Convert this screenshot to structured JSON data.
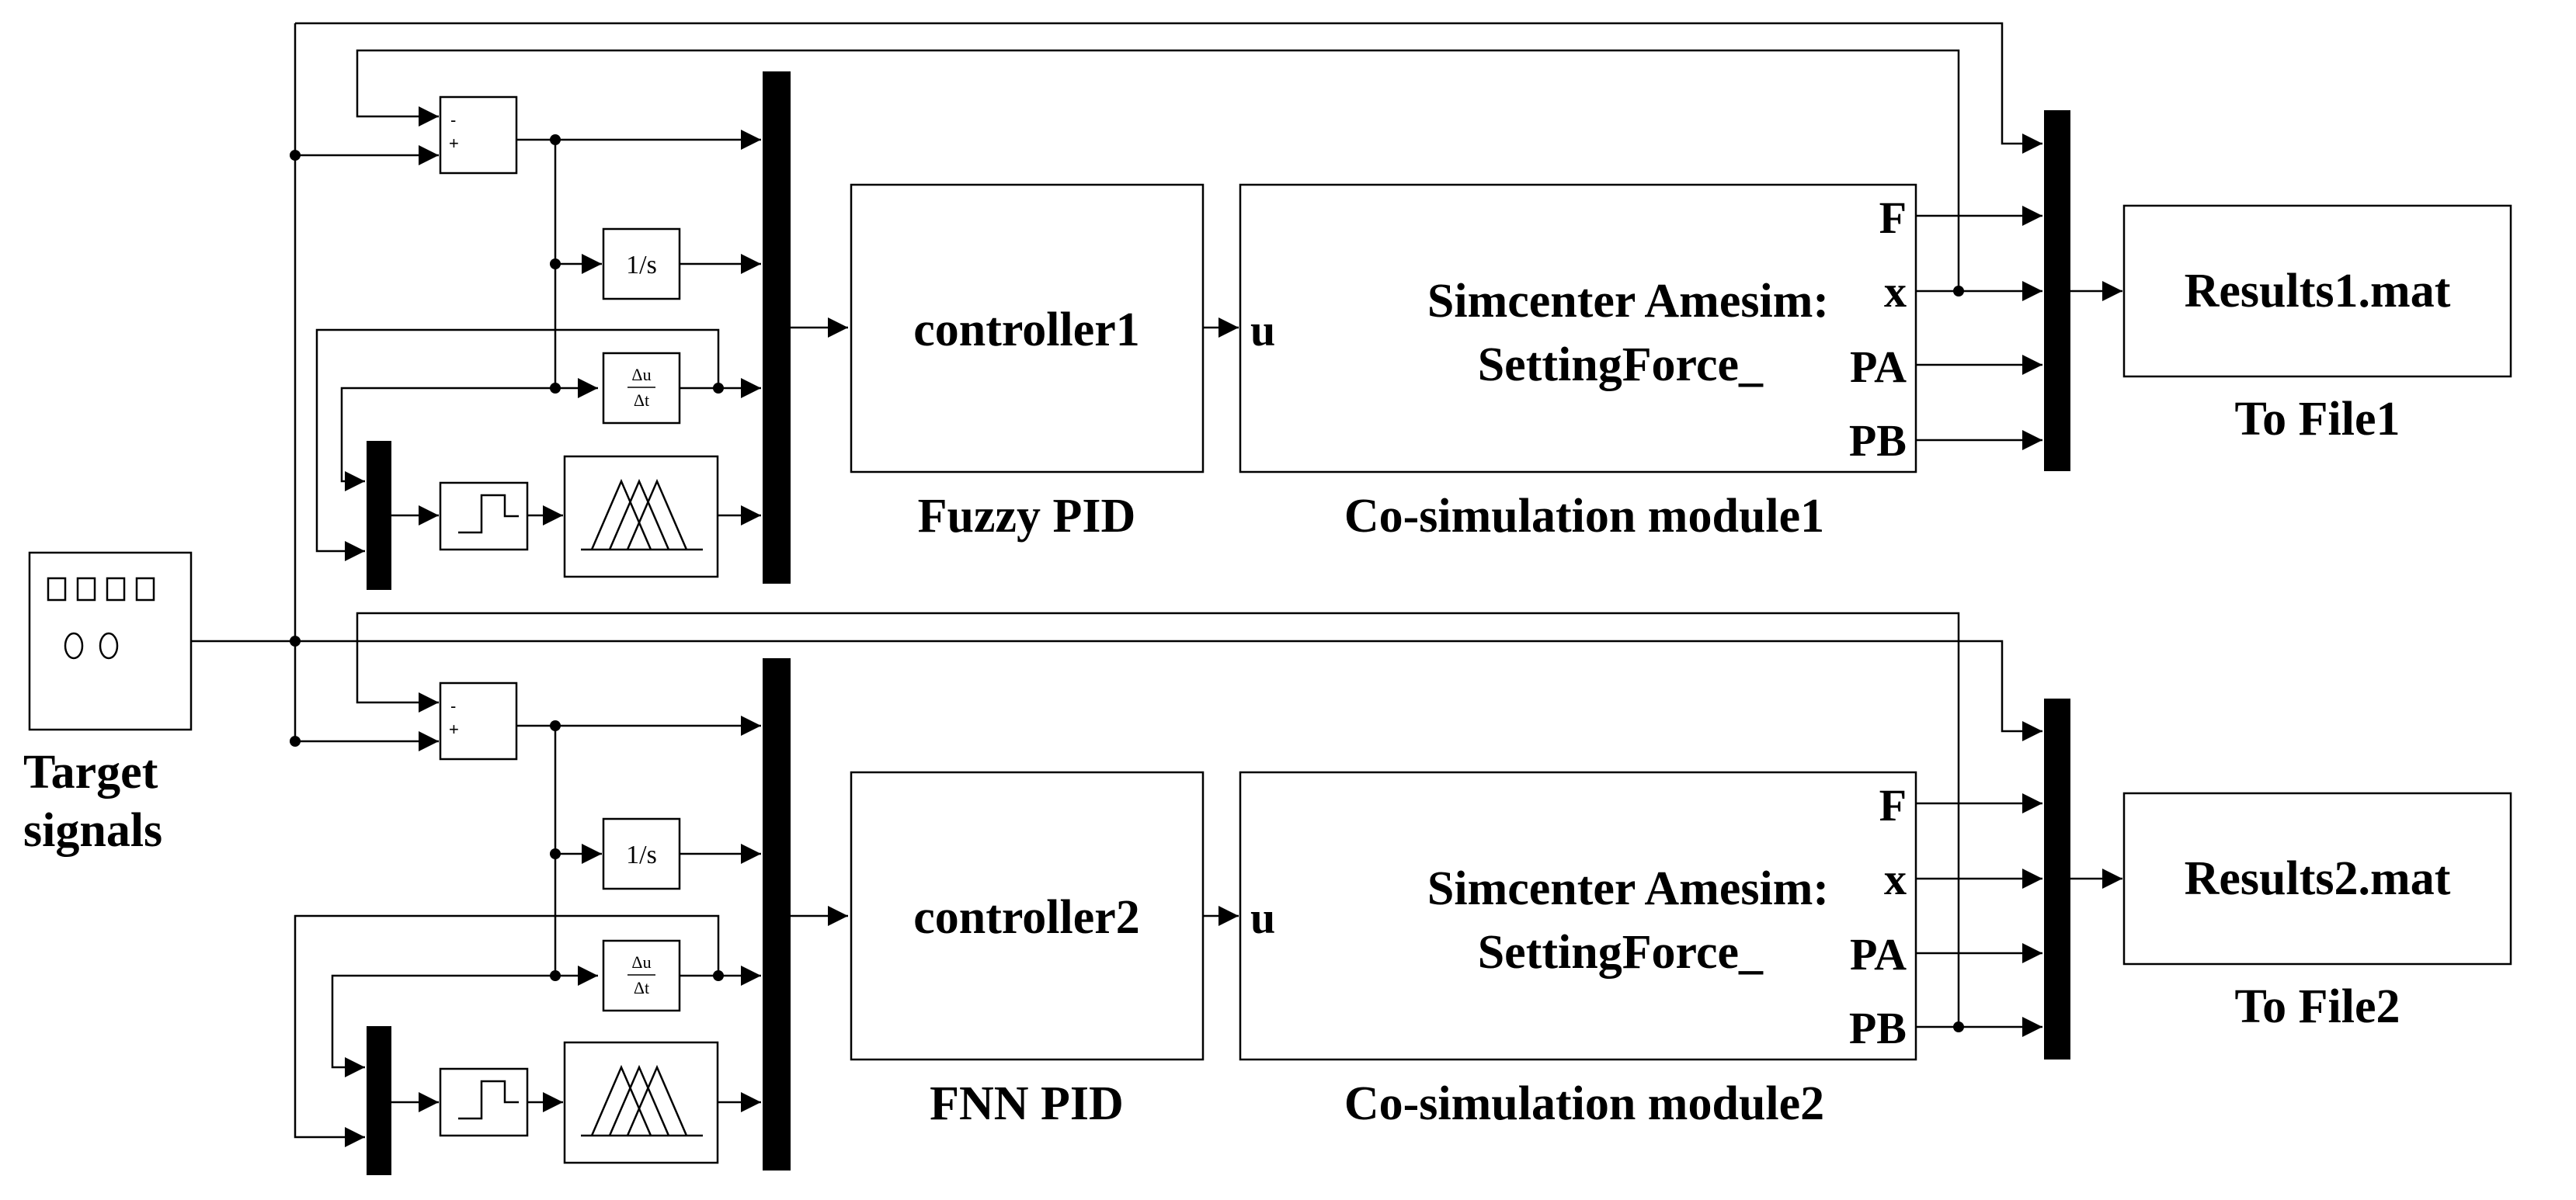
{
  "source": {
    "label_line1": "Target",
    "label_line2": "signals"
  },
  "channels": [
    {
      "sum": {
        "minus": "-",
        "plus": "+"
      },
      "integrator_label": "1/s",
      "derivative_label": {
        "num": "Δu",
        "den": "Δt"
      },
      "controller": {
        "name": "controller1",
        "input_port": "u",
        "caption": "Fuzzy PID"
      },
      "cosim": {
        "title_line1": "Simcenter Amesim:",
        "title_line2": "SettingForce_",
        "ports": [
          "F",
          "x",
          "PA",
          "PB"
        ],
        "caption": "Co-simulation module1"
      },
      "tofile": {
        "name": "Results1.mat",
        "caption": "To File1"
      }
    },
    {
      "sum": {
        "minus": "-",
        "plus": "+"
      },
      "integrator_label": "1/s",
      "derivative_label": {
        "num": "Δu",
        "den": "Δt"
      },
      "controller": {
        "name": "controller2",
        "input_port": "u",
        "caption": "FNN PID"
      },
      "cosim": {
        "title_line1": "Simcenter Amesim:",
        "title_line2": "SettingForce_",
        "ports": [
          "F",
          "x",
          "PA",
          "PB"
        ],
        "caption": "Co-simulation module2"
      },
      "tofile": {
        "name": "Results2.mat",
        "caption": "To File2"
      }
    }
  ]
}
